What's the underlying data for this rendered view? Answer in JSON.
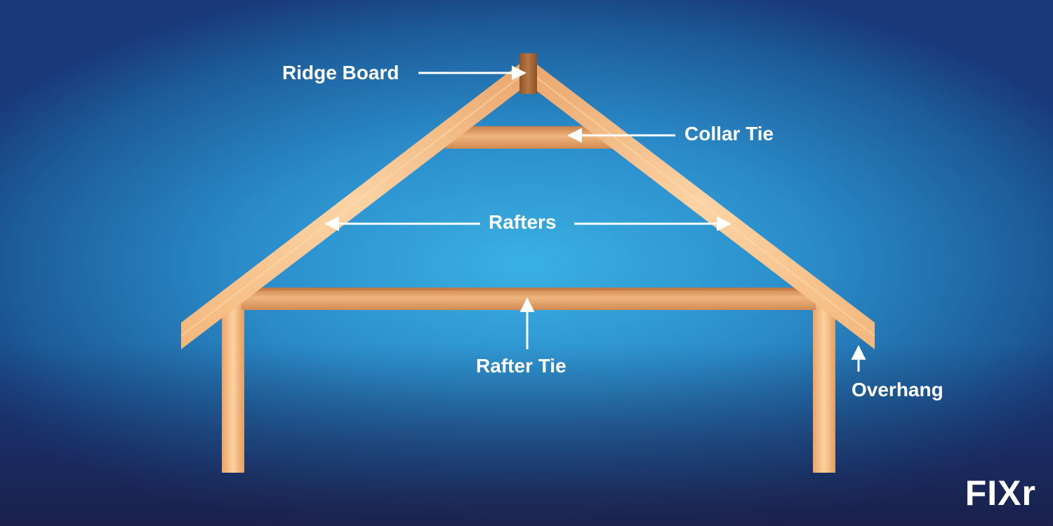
{
  "labels": {
    "ridge_board": "Ridge Board",
    "collar_tie": "Collar Tie",
    "rafters": "Rafters",
    "rafter_tie": "Rafter Tie",
    "overhang": "Overhang"
  },
  "logo": {
    "text": "FIXr"
  },
  "colors": {
    "background_center": "#3ab0e4",
    "background_edge": "#19397a",
    "wood_light": "#f7c58c",
    "wood_mid": "#e9a066",
    "wood_dark": "#c9854d",
    "ridge_board": "#a86a3a",
    "arrow": "#ffffff",
    "text": "#ffffff"
  }
}
